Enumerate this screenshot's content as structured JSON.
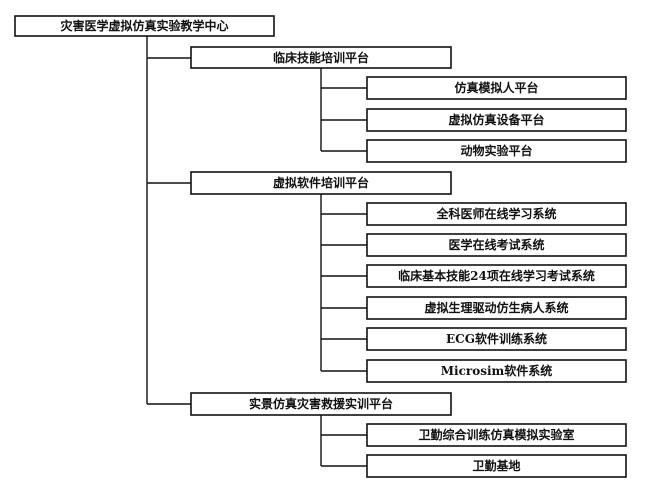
{
  "diagram": {
    "root": {
      "label": "灾害医学虚拟仿真实验教学中心"
    },
    "platforms": [
      {
        "label": "临床技能培训平台",
        "children": [
          "仿真模拟人平台",
          "虚拟仿真设备平台",
          "动物实验平台"
        ]
      },
      {
        "label": "虚拟软件培训平台",
        "children": [
          "全科医师在线学习系统",
          "医学在线考试系统",
          "临床基本技能24项在线学习考试系统",
          "虚拟生理驱动仿生病人系统",
          "ECG软件训练系统",
          "Microsim软件系统"
        ]
      },
      {
        "label": "实景仿真灾害救援实训平台",
        "children": [
          "卫勤综合训练仿真模拟实验室",
          "卫勤基地"
        ]
      }
    ]
  }
}
